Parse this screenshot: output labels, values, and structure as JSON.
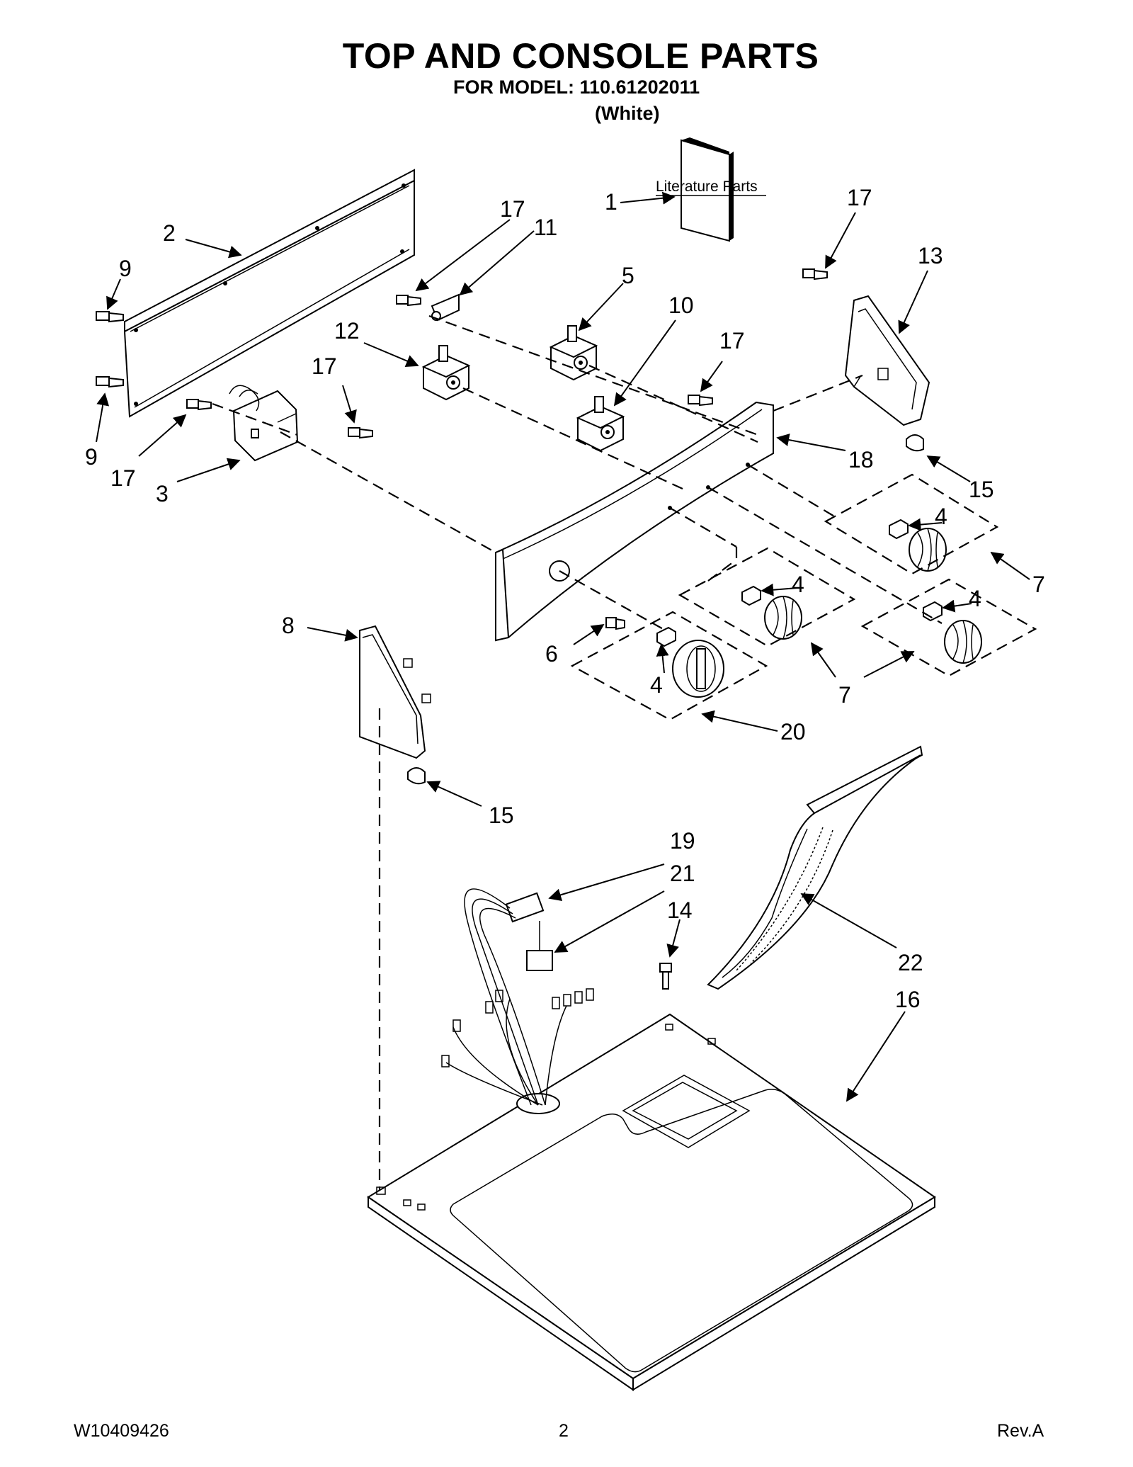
{
  "page": {
    "title": "TOP AND CONSOLE PARTS",
    "model_line": "FOR MODEL: 110.61202011",
    "color_line": "(White)",
    "literature_label": "Literature Parts"
  },
  "footer": {
    "doc_number": "W10409426",
    "page_number": "2",
    "revision": "Rev.A"
  },
  "callouts": {
    "c1": "1",
    "c2": "2",
    "c3": "3",
    "c4a": "4",
    "c4b": "4",
    "c4c": "4",
    "c4d": "4",
    "c5": "5",
    "c6": "6",
    "c7a": "7",
    "c7b": "7",
    "c8": "8",
    "c9a": "9",
    "c9b": "9",
    "c10": "10",
    "c11": "11",
    "c12": "12",
    "c13": "13",
    "c14": "14",
    "c15a": "15",
    "c15b": "15",
    "c16": "16",
    "c17a": "17",
    "c17b": "17",
    "c17c": "17",
    "c17d": "17",
    "c17e": "17",
    "c18": "18",
    "c19": "19",
    "c20": "20",
    "c21": "21",
    "c22": "22"
  }
}
